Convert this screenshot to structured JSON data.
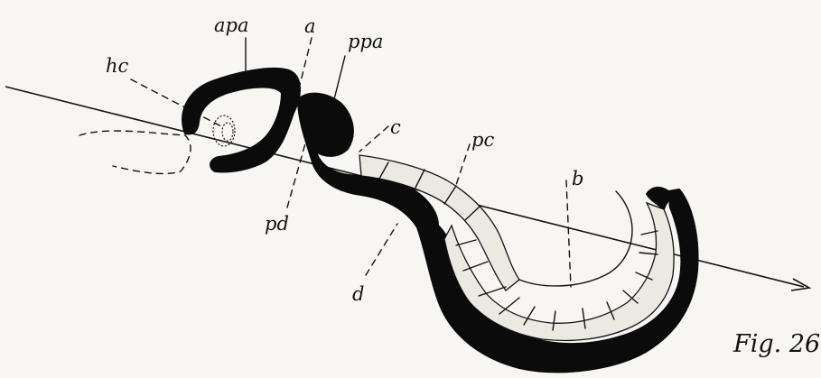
{
  "figure": {
    "caption": "Fig. 26",
    "labels": {
      "apa": "apa",
      "a": "a",
      "ppa": "ppa",
      "hc": "hc",
      "c": "c",
      "pc": "pc",
      "b": "b",
      "pd": "pd",
      "d": "d"
    }
  }
}
